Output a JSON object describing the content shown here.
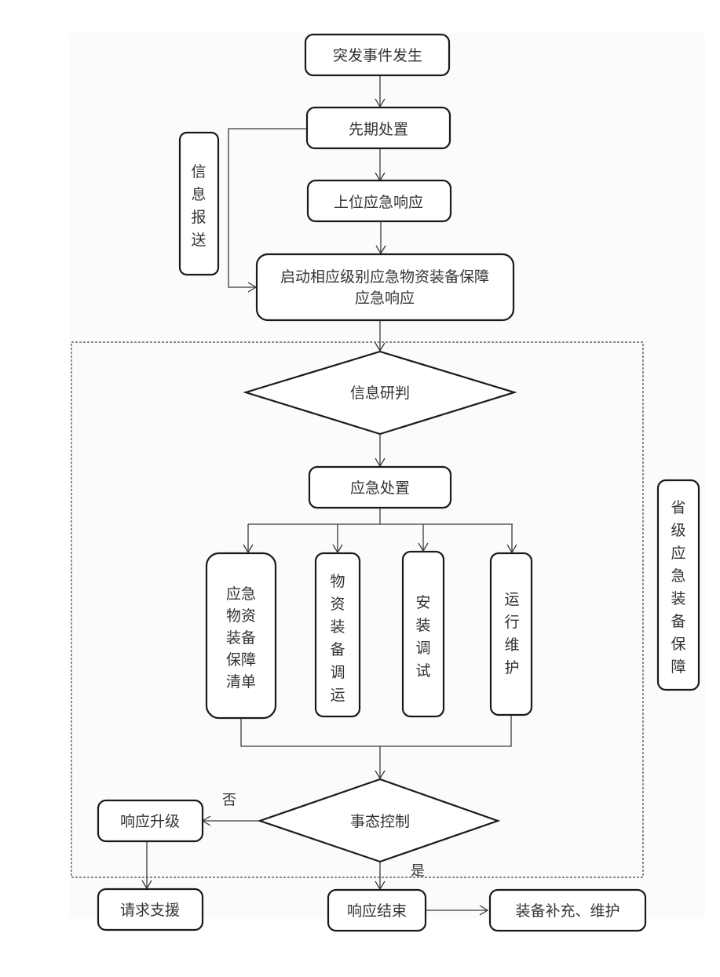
{
  "diagram": {
    "nodes": {
      "event": "突发事件发生",
      "initial": "先期处置",
      "upper": "上位应急响应",
      "launch_line1": "启动相应级别应急物资装备保障",
      "launch_line2": "应急响应",
      "judge": "信息研判",
      "dispose": "应急处置",
      "list": [
        "应急",
        "物资",
        "装备",
        "保障",
        "清单"
      ],
      "dispatch": [
        "物",
        "资",
        "装",
        "备",
        "调",
        "运"
      ],
      "install": [
        "安",
        "装",
        "调",
        "试"
      ],
      "maintain": [
        "运",
        "行",
        "维",
        "护"
      ],
      "control": "事态控制",
      "upgrade": "响应升级",
      "support": "请求支援",
      "end": "响应结束",
      "replenish": "装备补充、维护"
    },
    "side_labels": {
      "report": [
        "信",
        "息",
        "报",
        "送"
      ],
      "provincial": [
        "省",
        "级",
        "应",
        "急",
        "装",
        "备",
        "保",
        "障"
      ]
    },
    "edge_labels": {
      "no": "否",
      "yes": "是"
    }
  }
}
